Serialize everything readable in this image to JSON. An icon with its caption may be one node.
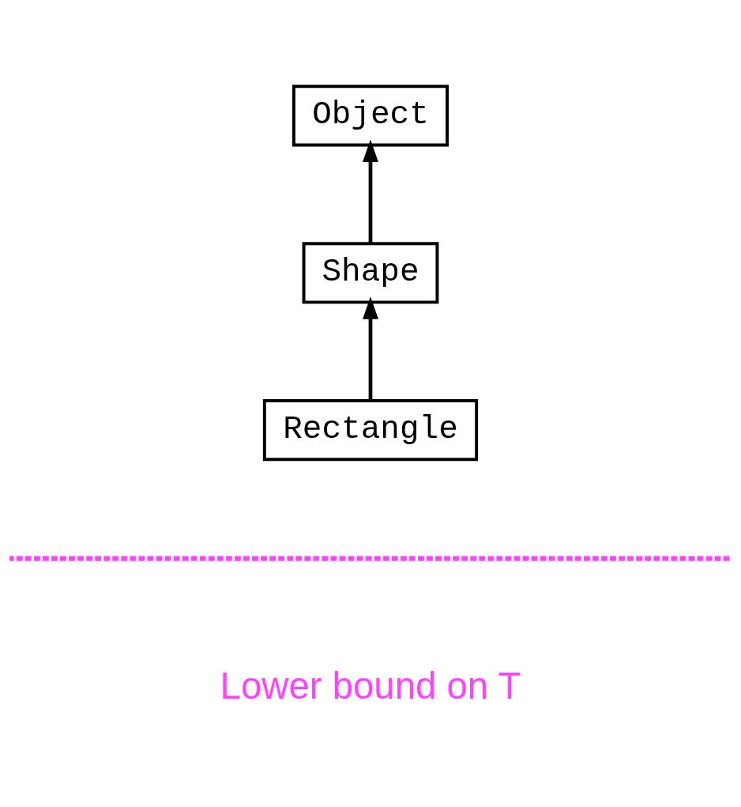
{
  "diagram": {
    "nodes": [
      {
        "text": [
          "Object"
        ]
      },
      {
        "text": [
          "Shape"
        ]
      },
      {
        "text": [
          "Rectangle"
        ]
      }
    ],
    "edges": [
      {
        "from": 1,
        "to": 0,
        "arrow": "to"
      },
      {
        "from": 2,
        "to": 1,
        "arrow": "to"
      }
    ],
    "labels": [
      "Lower bound on T"
    ]
  }
}
